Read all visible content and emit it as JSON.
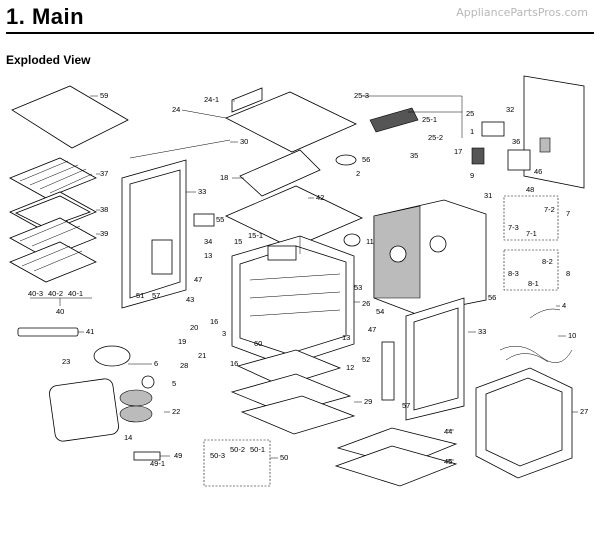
{
  "header": {
    "title": "1. Main",
    "watermark": "AppliancePartsPros.com",
    "subtitle": "Exploded View"
  },
  "callouts": [
    "59",
    "24",
    "24-1",
    "30",
    "37",
    "38",
    "39",
    "40-3",
    "40-2",
    "40-1",
    "40",
    "41",
    "33",
    "57",
    "51",
    "18",
    "55",
    "34",
    "15",
    "15-1",
    "13",
    "47",
    "43",
    "42",
    "2",
    "56",
    "25-3",
    "25",
    "25-1",
    "25-2",
    "1",
    "32",
    "36",
    "46",
    "35",
    "17",
    "9",
    "48",
    "31",
    "11",
    "7-2",
    "7",
    "7-3",
    "7-1",
    "8-2",
    "8",
    "8-3",
    "8-1",
    "53",
    "26",
    "54",
    "47",
    "4",
    "10",
    "56",
    "33",
    "20",
    "16",
    "3",
    "19",
    "21",
    "28",
    "13",
    "16",
    "60",
    "23",
    "6",
    "5",
    "22",
    "14",
    "12",
    "52",
    "29",
    "57",
    "44",
    "45",
    "27",
    "49",
    "49-1",
    "50",
    "50-3",
    "50-2",
    "50-1"
  ]
}
